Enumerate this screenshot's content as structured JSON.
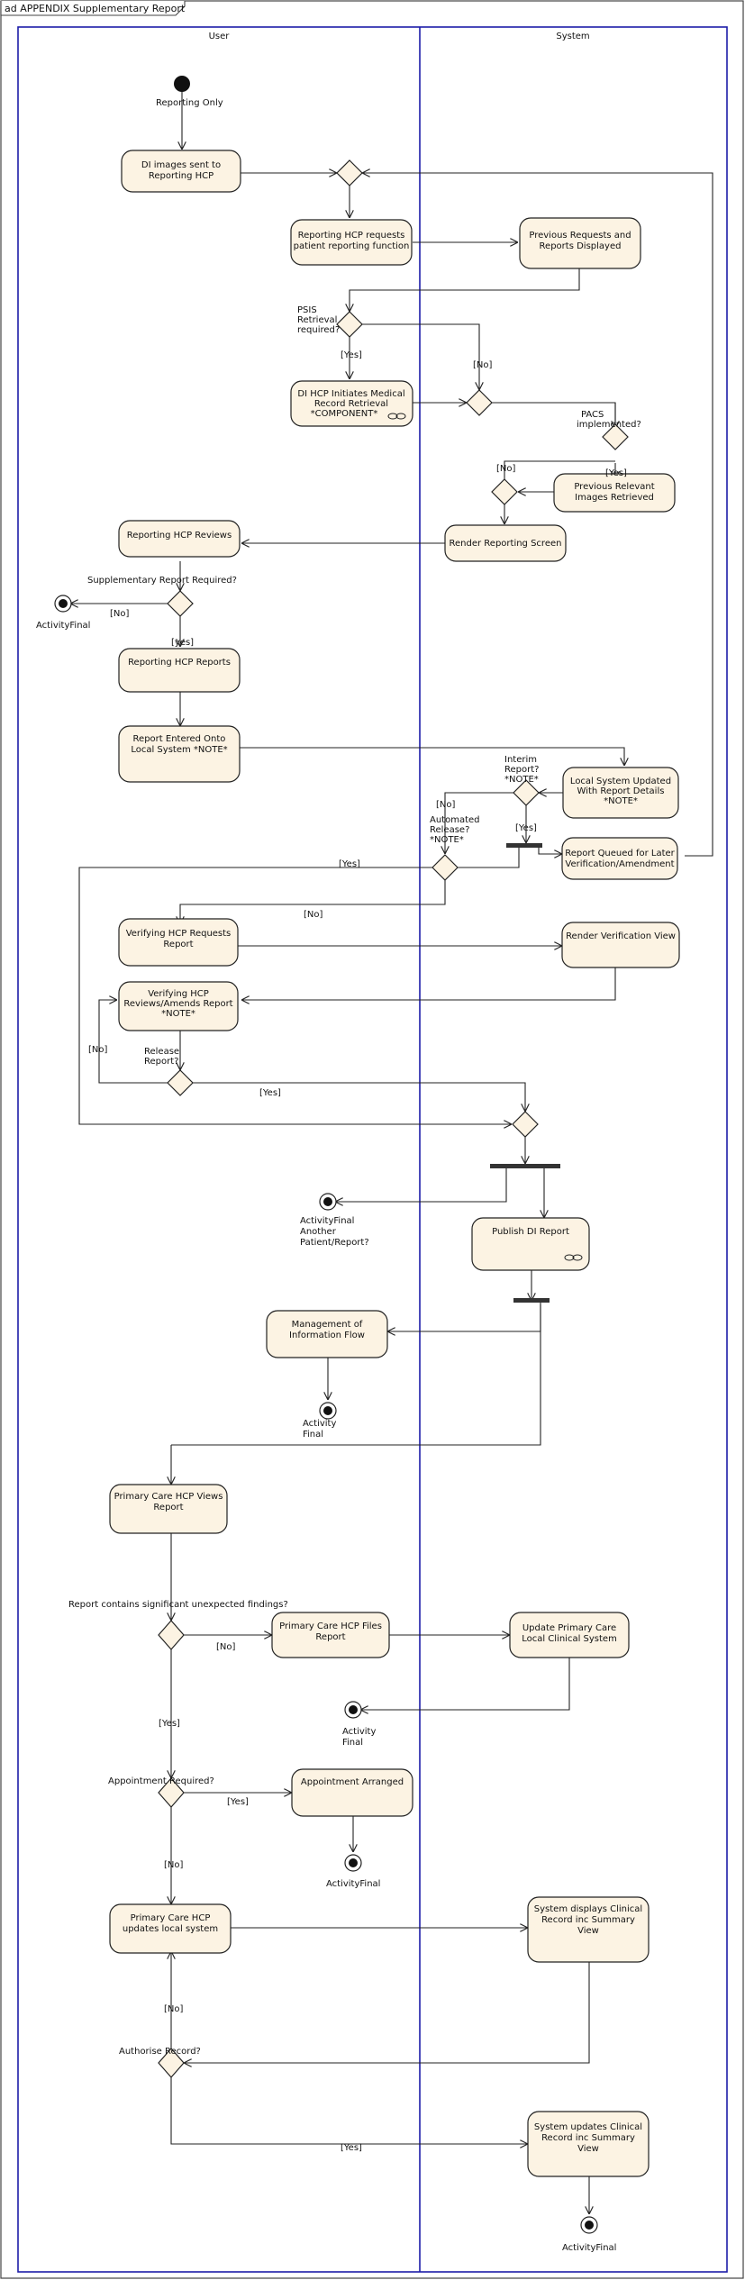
{
  "frame_title": "ad APPENDIX Supplementary Report",
  "lanes": {
    "user": "User",
    "system": "System"
  },
  "nodes": {
    "di_images_sent": [
      "DI images sent to",
      "Reporting HCP"
    ],
    "reporting_requests": [
      "Reporting HCP requests",
      "patient reporting function"
    ],
    "previous_requests": [
      "Previous Requests and",
      "Reports Displayed"
    ],
    "di_hcp_retrieval": [
      "DI HCP Initiates Medical",
      "Record Retrieval",
      "*COMPONENT*"
    ],
    "previous_images": [
      "Previous Relevant",
      "Images Retrieved"
    ],
    "render_reporting": [
      "Render Reporting Screen"
    ],
    "reporting_reviews": [
      "Reporting HCP Reviews"
    ],
    "reporting_reports": [
      "Reporting HCP Reports"
    ],
    "report_entered": [
      "Report Entered Onto",
      "Local System *NOTE*"
    ],
    "local_system_updated": [
      "Local System Updated",
      "With Report Details",
      "*NOTE*"
    ],
    "report_queued": [
      "Report Queued for Later",
      "Verification/Amendment"
    ],
    "verifying_requests": [
      "Verifying HCP Requests",
      "Report"
    ],
    "render_verification": [
      "Render Verification View"
    ],
    "verifying_reviews": [
      "Verifying HCP",
      "Reviews/Amends Report",
      "*NOTE*"
    ],
    "publish_di": [
      "Publish DI Report"
    ],
    "management_info": [
      "Management of",
      "Information Flow"
    ],
    "primary_views": [
      "Primary Care HCP Views",
      "Report"
    ],
    "primary_files": [
      "Primary Care HCP Files",
      "Report"
    ],
    "update_primary": [
      "Update Primary Care",
      "Local Clinical System"
    ],
    "appointment_arranged": [
      "Appointment Arranged"
    ],
    "primary_updates": [
      "Primary Care HCP",
      "updates local system"
    ],
    "system_displays": [
      "System displays Clinical",
      "Record inc Summary",
      "View"
    ],
    "system_updates": [
      "System updates Clinical",
      "Record inc Summary",
      "View"
    ]
  },
  "labels": {
    "reporting_only": "Reporting Only",
    "psis_q": [
      "PSIS",
      "Retrieval",
      "required?"
    ],
    "yes_psis": "[Yes]",
    "no_psis": "[No]",
    "pacs_q": [
      "PACS",
      "implemented?"
    ],
    "yes_pacs": "[Yes]",
    "no_pacs": "[No]",
    "supp_q": "Supplementary Report Required?",
    "no_supp": "[No]",
    "yes_supp": "[yes]",
    "final_1": "ActivityFinal",
    "interim_q": [
      "Interim",
      "Report?",
      "*NOTE*"
    ],
    "no_interim": "[No]",
    "yes_interim": "[Yes]",
    "auto_q": [
      "Automated",
      "Release?",
      "*NOTE*"
    ],
    "yes_auto": "[Yes]",
    "no_auto": "[No]",
    "release_q": [
      "Release",
      "Report?"
    ],
    "no_release": "[No]",
    "yes_release": "[Yes]",
    "final_2": [
      "ActivityFinal",
      "Another",
      "Patient/Report?"
    ],
    "final_3": [
      "Activity",
      "Final"
    ],
    "findings_q": "Report contains significant unexpected findings?",
    "no_findings": "[No]",
    "yes_findings": "[Yes]",
    "final_4": [
      "Activity",
      "Final"
    ],
    "appt_q": "Appointment Required?",
    "yes_appt": "[Yes]",
    "no_appt": "[No]",
    "final_5": "ActivityFinal",
    "authorise_q": "Authorise Record?",
    "no_auth": "[No]",
    "yes_auth": "[Yes]",
    "final_6": "ActivityFinal"
  },
  "icons": {
    "component": "chain-link-icon",
    "initial": "initial-node-icon",
    "final": "activity-final-icon"
  }
}
